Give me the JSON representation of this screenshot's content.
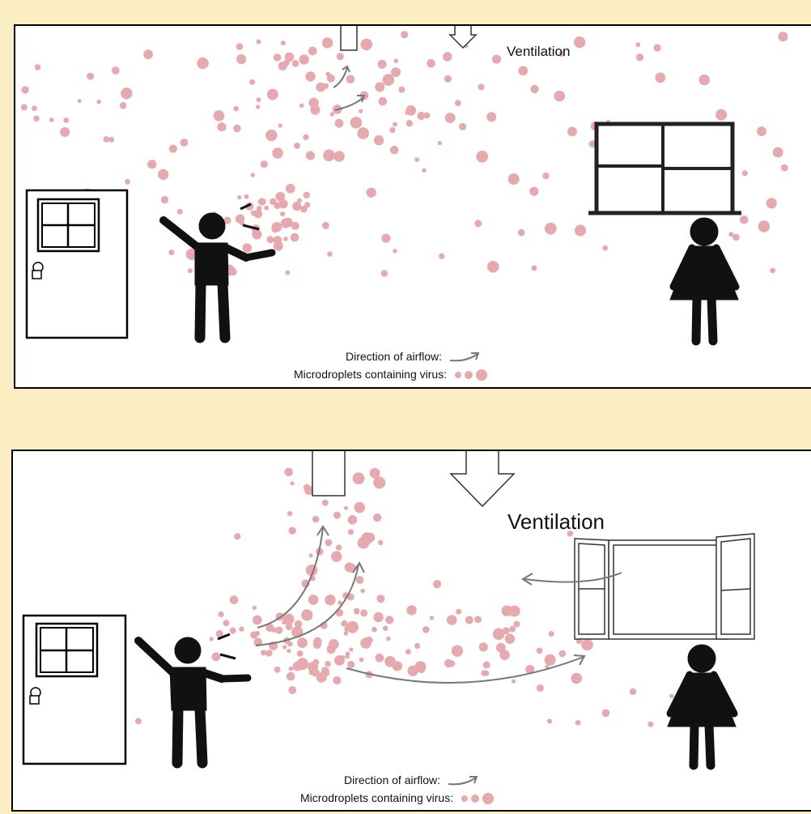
{
  "top_panel": {
    "ventilation_label": "Ventilation",
    "legend": {
      "airflow_label": "Direction of airflow:",
      "droplets_label": "Microdroplets containing virus:"
    }
  },
  "bottom_panel": {
    "ventilation_label": "Ventilation",
    "legend": {
      "airflow_label": "Direction of airflow:",
      "droplets_label": "Microdroplets containing virus:"
    }
  },
  "colors": {
    "background": "#fbeec3",
    "droplet": "#e6a9ae",
    "figure": "#111111",
    "airflow_arrow": "#777777"
  }
}
